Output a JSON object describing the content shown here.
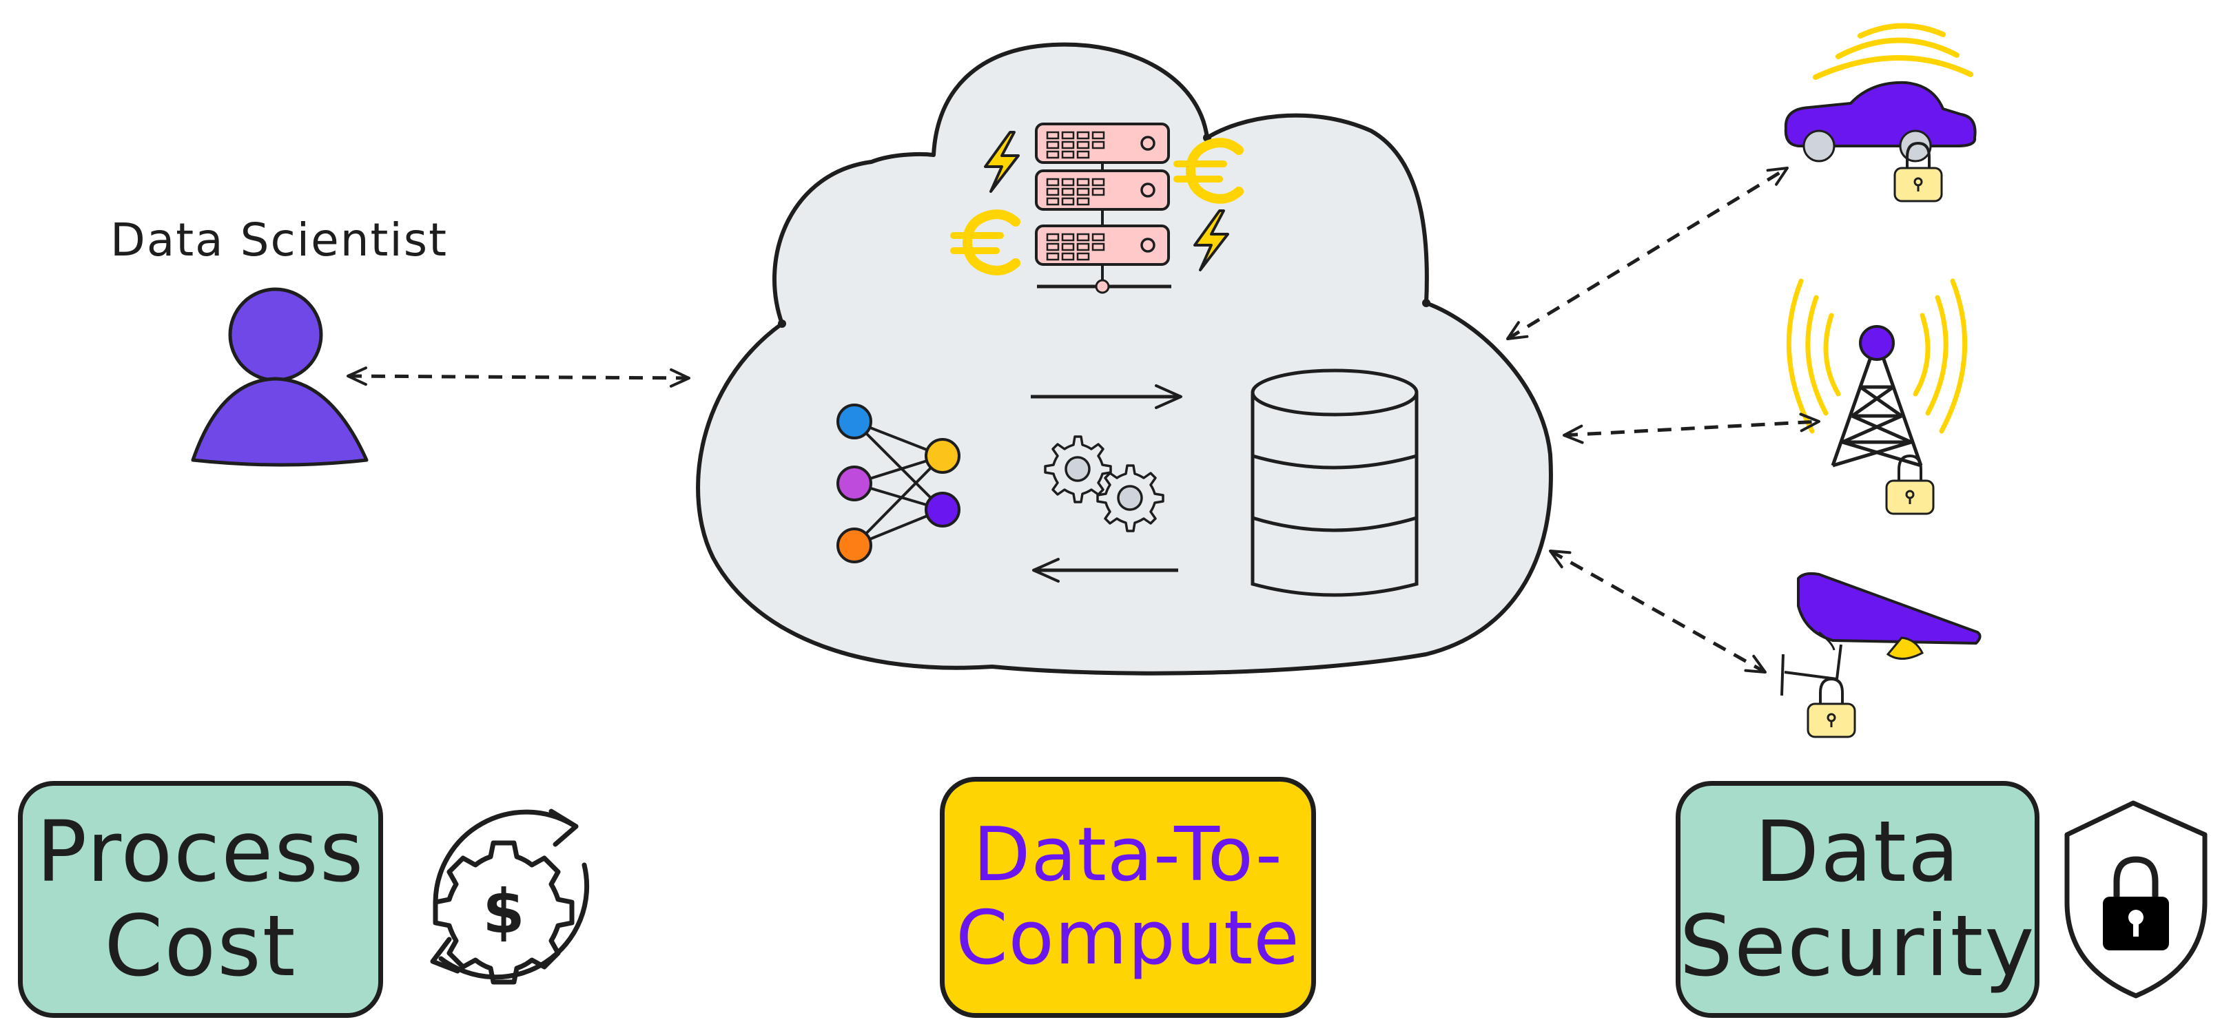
{
  "labels": {
    "data_scientist": "Data Scientist",
    "process_cost": [
      "Process",
      "Cost"
    ],
    "data_to_compute": [
      "Data-To-",
      "Compute"
    ],
    "data_security": [
      "Data",
      "Security"
    ]
  },
  "icons": {
    "person": "person-icon",
    "cloud": "cloud-icon",
    "server_rack": "server-rack-icon",
    "lightning": "lightning-icon",
    "euro": "euro-icon",
    "neural_network": "neural-network-icon",
    "gears": "gears-icon",
    "database": "database-icon",
    "car": "car-icon",
    "antenna": "cell-tower-icon",
    "camera": "security-camera-icon",
    "padlock": "padlock-icon",
    "cost_cycle": "gear-dollar-cycle-icon",
    "shield_lock": "shield-lock-icon"
  },
  "colors": {
    "purple": "#6a16ee",
    "yellow": "#ffd400",
    "teal": "#a8dcca",
    "cloud_fill": "#e9ecef",
    "server_pink": "#ffc9c9",
    "stroke": "#1e1e1e",
    "node_blue": "#228be6",
    "node_magenta": "#be4bdb",
    "node_orange": "#fd7e14",
    "node_yellow": "#fcc419",
    "lock_fill": "#ffec99"
  }
}
